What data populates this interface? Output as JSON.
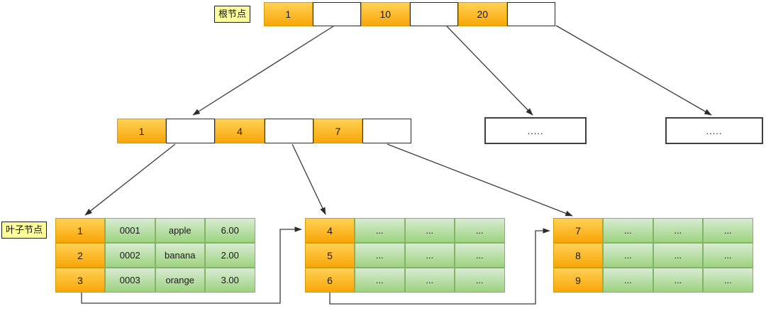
{
  "labels": {
    "root_node": "根节点",
    "leaf_node": "叶子节点"
  },
  "root_node": {
    "cells": [
      "1",
      "",
      "10",
      "",
      "20",
      ""
    ]
  },
  "internal_node": {
    "cells": [
      "1",
      "",
      "4",
      "",
      "7",
      ""
    ]
  },
  "ellipsis_nodes": {
    "left": ".....",
    "right": "....."
  },
  "leaf_tables": [
    {
      "rows": [
        {
          "key": "1",
          "cols": [
            "0001",
            "apple",
            "6.00"
          ]
        },
        {
          "key": "2",
          "cols": [
            "0002",
            "banana",
            "2.00"
          ]
        },
        {
          "key": "3",
          "cols": [
            "0003",
            "orange",
            "3.00"
          ]
        }
      ]
    },
    {
      "rows": [
        {
          "key": "4",
          "cols": [
            "...",
            "...",
            "..."
          ]
        },
        {
          "key": "5",
          "cols": [
            "...",
            "...",
            "..."
          ]
        },
        {
          "key": "6",
          "cols": [
            "...",
            "...",
            "..."
          ]
        }
      ]
    },
    {
      "rows": [
        {
          "key": "7",
          "cols": [
            "...",
            "...",
            "..."
          ]
        },
        {
          "key": "8",
          "cols": [
            "...",
            "...",
            "..."
          ]
        },
        {
          "key": "9",
          "cols": [
            "...",
            "...",
            "..."
          ]
        }
      ]
    }
  ],
  "colors": {
    "key_cell_top": "#ffd155",
    "key_cell_bottom": "#f9a607",
    "key_cell_border": "#d79b00",
    "data_cell_top": "#d9ebd3",
    "data_cell_bottom": "#9cd37e",
    "data_cell_border": "#82b366",
    "label_background": "#ffff99",
    "connector_line": "#3a3a3a"
  }
}
